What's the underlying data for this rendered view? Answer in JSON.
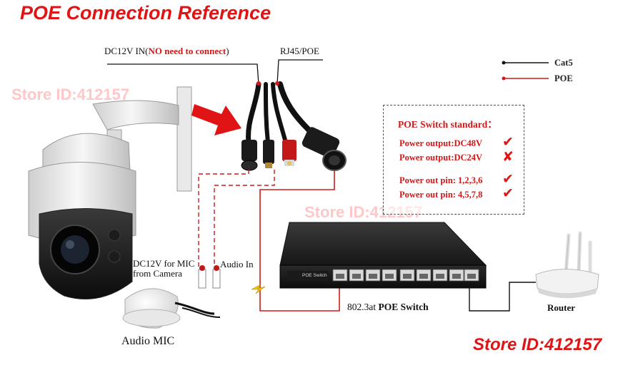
{
  "title": "POE Connection Reference",
  "colors": {
    "title": "#e01414",
    "poe": "#d01818",
    "cat5": "#111111",
    "check": "#e01414",
    "cross": "#e01414"
  },
  "labels": {
    "dc_in_prefix": "DC12V IN(",
    "dc_in_highlight": "NO need to connect",
    "dc_in_suffix": ")",
    "rj45": "RJ45/POE",
    "mic_power_line1": "DC12V for MIC",
    "mic_power_line2": "from Camera",
    "audio_in": "Audio In",
    "audio_mic": "Audio MIC",
    "switch_caption_std": "802.3at",
    "switch_caption_name": "POE Switch",
    "switch_badge": "POE Switch",
    "router": "Router"
  },
  "legend": [
    {
      "label": "Cat5",
      "color_key": "cat5"
    },
    {
      "label": "POE",
      "color_key": "poe"
    }
  ],
  "poe_standard": {
    "title": "POE Switch standard：",
    "rows": [
      {
        "text": "Power output:DC48V",
        "mark": "✔"
      },
      {
        "text": "Power output:DC24V",
        "mark": "✘"
      },
      {
        "text": "Power out pin: 1,2,3,6",
        "mark": "✔"
      },
      {
        "text": "Power out pin: 4,5,7,8",
        "mark": "✔"
      }
    ]
  },
  "watermarks": [
    "Store ID:412157",
    "Store ID:412157"
  ],
  "store_id": "Store ID:412157"
}
